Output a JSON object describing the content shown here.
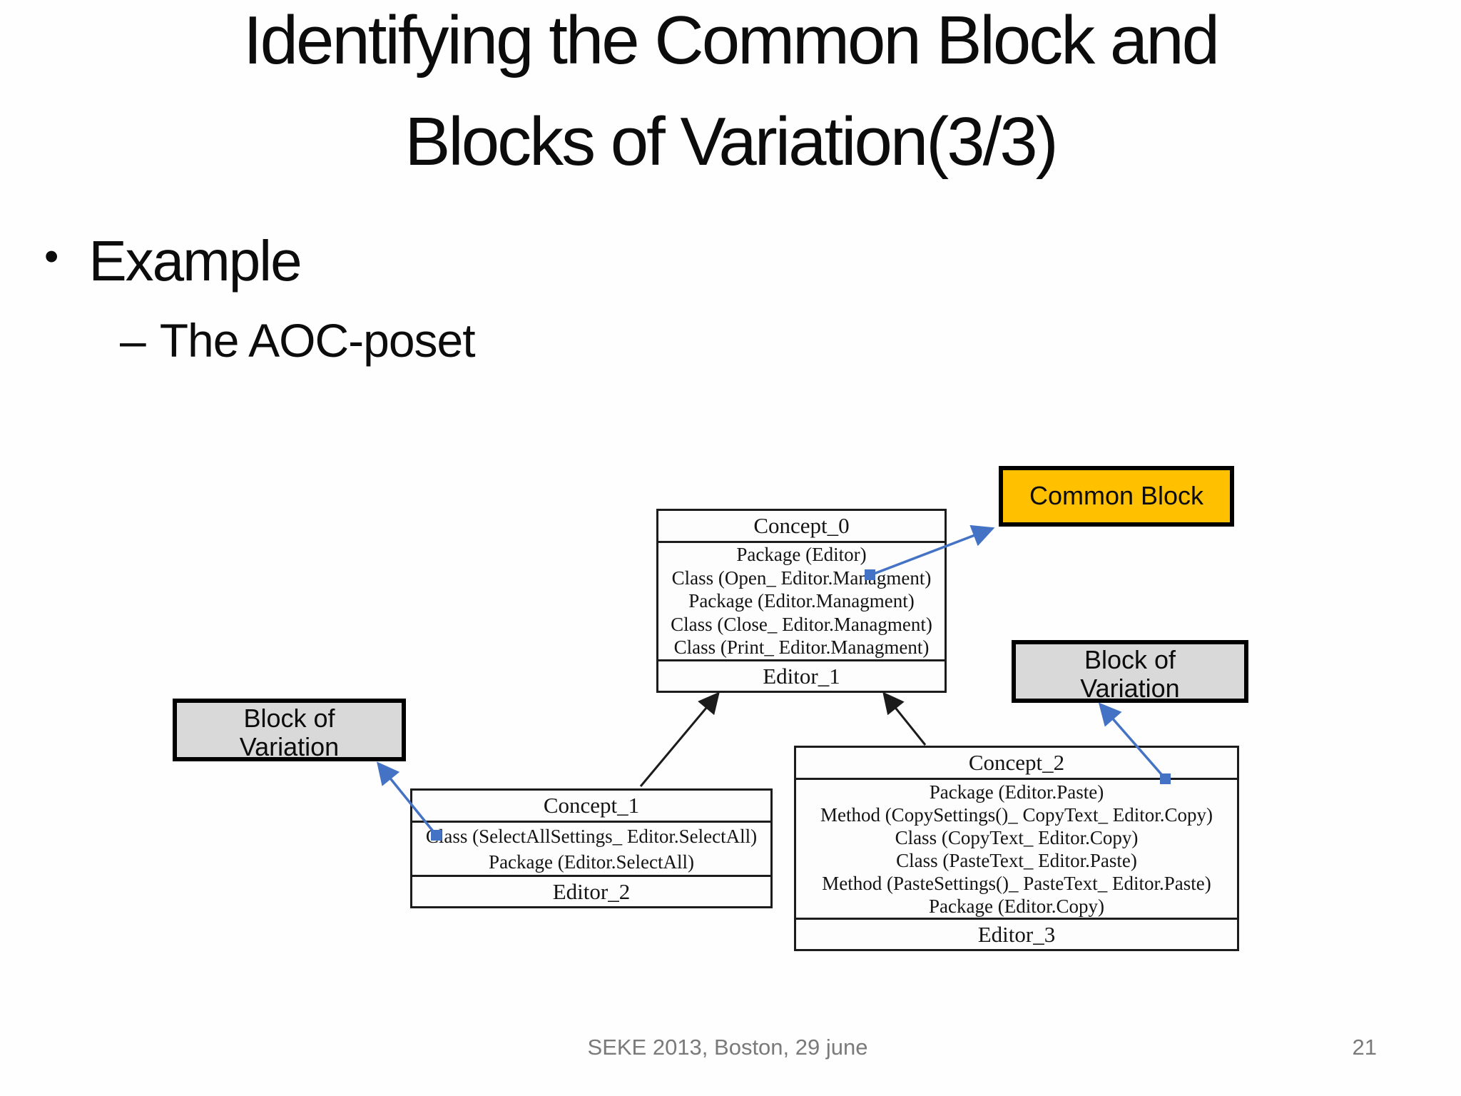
{
  "slide": {
    "title_line1": "Identifying the Common Block and",
    "title_line2": "Blocks of Variation(3/3)",
    "bullet": {
      "marker": "•",
      "text": "Example"
    },
    "sub_bullet": {
      "marker": "–",
      "text": "The AOC-poset"
    },
    "footer": {
      "caption": "SEKE 2013, Boston, 29 june",
      "page_number": "21"
    }
  },
  "diagram": {
    "concepts": {
      "concept0": {
        "title": "Concept_0",
        "lines": [
          "Package (Editor)",
          "Class (Open_ Editor.Managment)",
          "Package (Editor.Managment)",
          "Class (Close_ Editor.Managment)",
          "Class (Print_ Editor.Managment)"
        ],
        "editor": "Editor_1"
      },
      "concept1": {
        "title": "Concept_1",
        "lines": [
          "Class (SelectAllSettings_ Editor.SelectAll)",
          "Package (Editor.SelectAll)"
        ],
        "editor": "Editor_2"
      },
      "concept2": {
        "title": "Concept_2",
        "lines": [
          "Package (Editor.Paste)",
          "Method (CopySettings()_ CopyText_ Editor.Copy)",
          "Class (CopyText_ Editor.Copy)",
          "Class (PasteText_ Editor.Paste)",
          "Method (PasteSettings()_ PasteText_ Editor.Paste)",
          "Package (Editor.Copy)"
        ],
        "editor": "Editor_3"
      }
    },
    "annotations": {
      "common_block": {
        "label": "Common Block",
        "fill": "#FFC000"
      },
      "variation_left": {
        "line1": "Block of",
        "line2": "Variation",
        "fill": "#D9D9D9"
      },
      "variation_right": {
        "line1": "Block of",
        "line2": "Variation",
        "fill": "#D9D9D9"
      }
    },
    "colors": {
      "annotation_arrow": "#4472C4",
      "hierarchy_arrow": "#1b1b1b"
    }
  }
}
